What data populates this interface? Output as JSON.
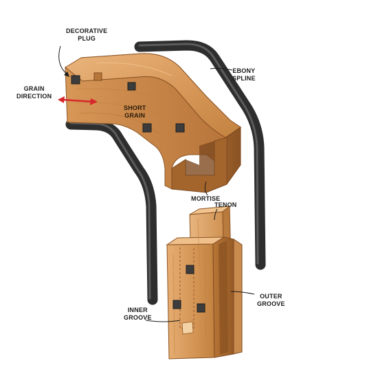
{
  "labels": {
    "decorative_plug": "DECORATIVE\nPLUG",
    "grain_direction": "GRAIN\nDIRECTION",
    "ebony_spline": "EBONY\nSPLINE",
    "short_grain": "SHORT\nGRAIN",
    "mortise": "MORTISE",
    "tenon": "TENON",
    "inner_groove": "INNER\nGROOVE",
    "outer_groove": "OUTER\nGROOVE"
  },
  "colors": {
    "wood_light": "#e2a86b",
    "wood_mid": "#c98a4e",
    "wood_dark": "#a86a34",
    "wood_deep": "#7d4a22",
    "ebony": "#3a3a3a",
    "ebony_highlight": "#6c6c6c",
    "arrow": "#d7262b"
  }
}
